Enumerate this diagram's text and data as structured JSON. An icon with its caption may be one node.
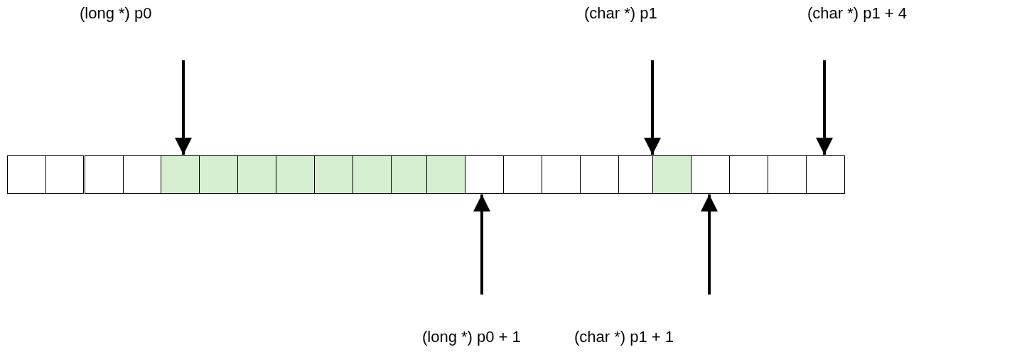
{
  "diagram": {
    "nodes": [
      {
        "text": [
          "(long *) p0"
        ]
      },
      {
        "text": [
          "(char *) p1"
        ]
      },
      {
        "text": [
          "(char *) p1 + 4"
        ]
      },
      {
        "text": [],
        "shape": "box"
      },
      {
        "text": [],
        "shape": "box"
      },
      {
        "text": [],
        "shape": "box"
      },
      {
        "text": [],
        "shape": "box"
      },
      {
        "text": [],
        "shape": "box"
      },
      {
        "text": [],
        "shape": "box"
      },
      {
        "text": [],
        "shape": "box"
      },
      {
        "text": [],
        "shape": "box"
      },
      {
        "text": [],
        "shape": "box"
      },
      {
        "text": [],
        "shape": "box"
      },
      {
        "text": [],
        "shape": "box"
      },
      {
        "text": [],
        "shape": "box"
      },
      {
        "text": [],
        "shape": "box"
      },
      {
        "text": [],
        "shape": "box"
      },
      {
        "text": [],
        "shape": "box"
      },
      {
        "text": [],
        "shape": "box"
      },
      {
        "text": [],
        "shape": "box"
      },
      {
        "text": [],
        "shape": "box"
      },
      {
        "text": [],
        "shape": "box"
      },
      {
        "text": [],
        "shape": "box"
      },
      {
        "text": [],
        "shape": "box"
      },
      {
        "text": [],
        "shape": "box"
      },
      {
        "text": [
          "(long *) p0 + 1"
        ]
      },
      {
        "text": [
          "(char *) p1 + 1"
        ]
      }
    ],
    "edges": [
      {
        "from": 0,
        "to": 7,
        "arrow": "to"
      },
      {
        "from": 1,
        "to": 20,
        "arrow": "to"
      },
      {
        "from": 2,
        "to": 24,
        "arrow": "to"
      },
      {
        "from": 25,
        "to": 15,
        "arrow": "to"
      },
      {
        "from": 26,
        "to": 21,
        "arrow": "to"
      }
    ]
  }
}
